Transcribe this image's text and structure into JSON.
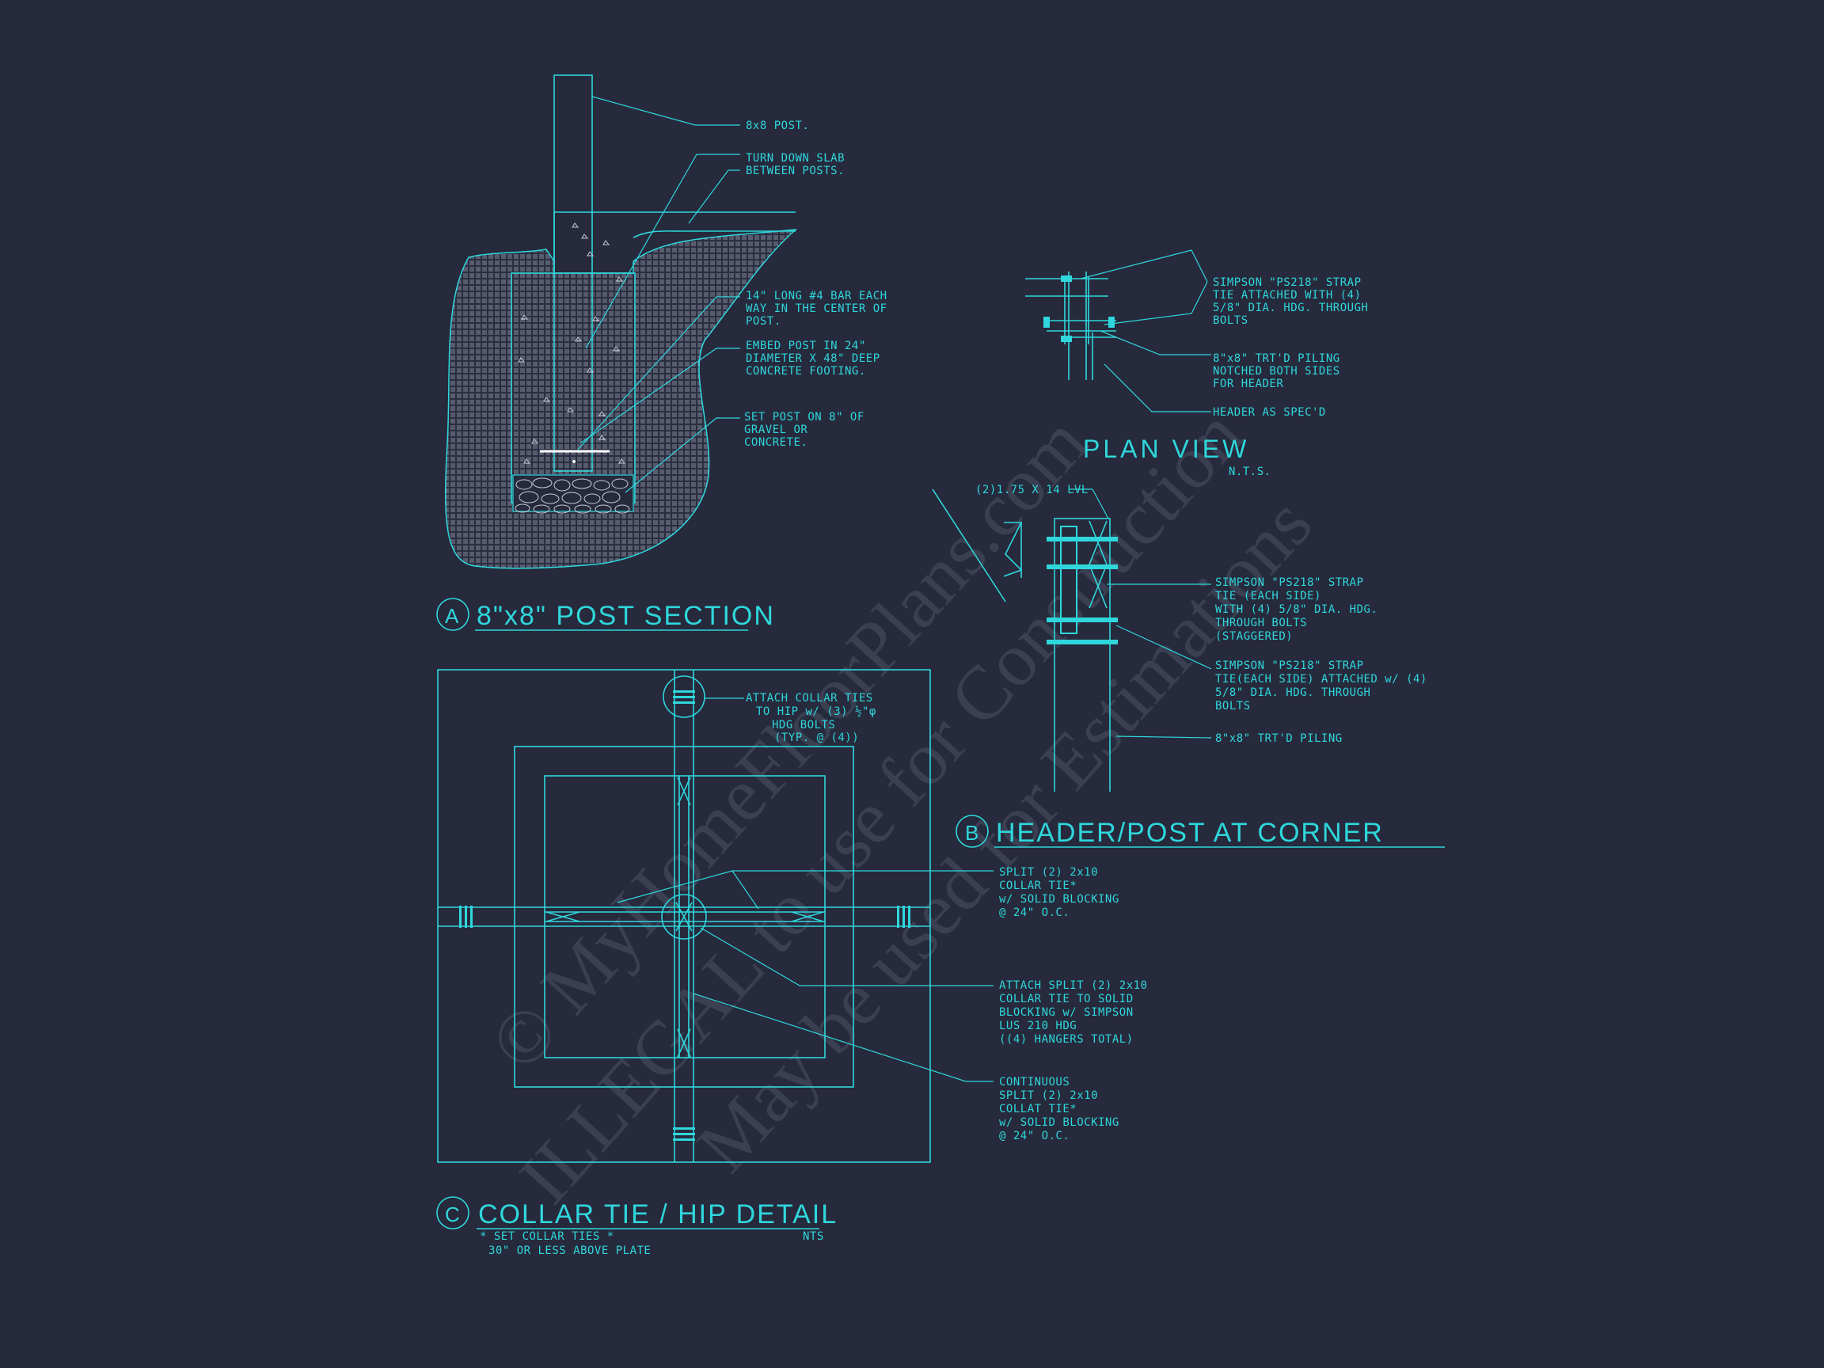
{
  "watermark": {
    "line1": "© MyHomeFloorPlans.com",
    "line2": "ILLEGAL to use for Construction",
    "line3": "May be used for Estimations"
  },
  "colors": {
    "background": "#262a3c",
    "linework": "#2fd7dc",
    "highlight": "#ffffff",
    "watermark": "#3a3f52"
  },
  "detail_a": {
    "marker": "A",
    "title": "8\"x8\" POST SECTION",
    "notes": [
      {
        "lines": [
          "8x8 POST."
        ]
      },
      {
        "lines": [
          "TURN DOWN SLAB",
          "BETWEEN POSTS."
        ]
      },
      {
        "lines": [
          "14\" LONG #4 BAR EACH",
          "WAY IN THE CENTER OF",
          "POST."
        ]
      },
      {
        "lines": [
          "EMBED POST IN 24\"",
          "DIAMETER X 48\" DEEP",
          "CONCRETE FOOTING."
        ]
      },
      {
        "lines": [
          "SET POST ON 8\" OF",
          "GRAVEL OR",
          "CONCRETE."
        ]
      }
    ]
  },
  "plan_view": {
    "title": "PLAN VIEW",
    "scale": "N.T.S.",
    "notes": [
      {
        "lines": [
          "SIMPSON \"PS218\" STRAP",
          "TIE ATTACHED WITH (4)",
          "5/8\" DIA. HDG. THROUGH",
          "BOLTS"
        ]
      },
      {
        "lines": [
          "8\"x8\" TRT'D PILING",
          "NOTCHED BOTH SIDES",
          "FOR HEADER"
        ]
      },
      {
        "lines": [
          "HEADER AS SPEC'D"
        ]
      }
    ]
  },
  "detail_b": {
    "marker": "B",
    "title": "HEADER/POST AT CORNER",
    "lvl_label": "(2)1.75 X 14 LVL",
    "notes": [
      {
        "lines": [
          "SIMPSON \"PS218\" STRAP",
          "TIE (EACH SIDE)",
          "WITH (4) 5/8\" DIA. HDG.",
          "THROUGH BOLTS",
          "(STAGGERED)"
        ]
      },
      {
        "lines": [
          "SIMPSON \"PS218\" STRAP",
          "TIE(EACH SIDE) ATTACHED w/ (4)",
          "5/8\" DIA. HDG. THROUGH",
          "BOLTS"
        ]
      },
      {
        "lines": [
          "8\"x8\" TRT'D PILING"
        ]
      }
    ]
  },
  "detail_c": {
    "marker": "C",
    "title": "COLLAR TIE / HIP DETAIL",
    "scale": "NTS",
    "footnote": [
      "* SET COLLAR TIES *",
      "30\" OR LESS ABOVE PLATE"
    ],
    "notes": [
      {
        "lines": [
          "ATTACH COLLAR TIES",
          "TO HIP w/ (3) ½\"φ",
          "HDG BOLTS",
          "(TYP. @ (4))"
        ]
      },
      {
        "lines": [
          "SPLIT (2) 2x10",
          "COLLAR TIE*",
          "w/ SOLID BLOCKING",
          "@ 24\" O.C."
        ]
      },
      {
        "lines": [
          "ATTACH SPLIT (2) 2x10",
          "COLLAR TIE TO SOLID",
          "BLOCKING w/ SIMPSON",
          "LUS 210 HDG",
          "((4) HANGERS TOTAL)"
        ]
      },
      {
        "lines": [
          "CONTINUOUS",
          "SPLIT (2) 2x10",
          "COLLAT TIE*",
          "w/ SOLID BLOCKING",
          "@ 24\" O.C."
        ]
      }
    ]
  }
}
